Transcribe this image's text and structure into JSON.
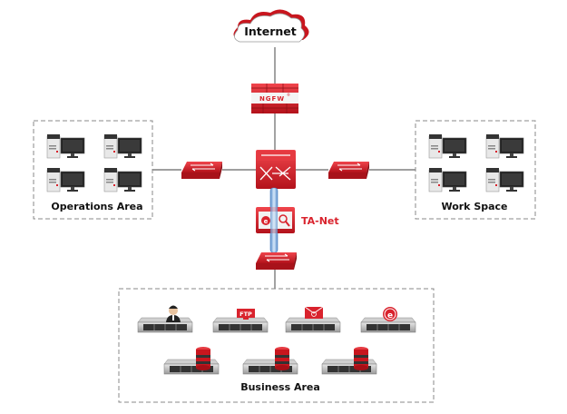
{
  "nodes": {
    "internet": {
      "label": "Internet",
      "icon": "cloud-icon"
    },
    "firewall": {
      "label": "NGFW",
      "mark": "®",
      "icon": "firewall-icon"
    },
    "core_switch": {
      "icon": "core-switch-icon"
    },
    "ta_net": {
      "label": "TA-Net",
      "icon": "traffic-analyzer-icon"
    },
    "left_switch": {
      "icon": "switch-icon"
    },
    "right_switch": {
      "icon": "switch-icon"
    },
    "bottom_switch": {
      "icon": "switch-icon"
    }
  },
  "areas": {
    "operations": {
      "label": "Operations Area",
      "workstations": 4
    },
    "workspace": {
      "label": "Work Space",
      "workstations": 4
    },
    "business": {
      "label": "Business Area",
      "servers": [
        {
          "type": "user-server",
          "icon": "user-icon"
        },
        {
          "type": "ftp-server",
          "icon": "ftp-icon",
          "badge": "FTP"
        },
        {
          "type": "mail-server",
          "icon": "mail-icon"
        },
        {
          "type": "web-server",
          "icon": "browser-icon"
        },
        {
          "type": "database-server",
          "icon": "database-icon"
        },
        {
          "type": "database-server",
          "icon": "database-icon"
        },
        {
          "type": "database-server",
          "icon": "database-icon"
        }
      ]
    }
  },
  "colors": {
    "accent": "#d9232d",
    "tap": "#7fb0e0",
    "line": "#666666",
    "border": "#888888"
  }
}
